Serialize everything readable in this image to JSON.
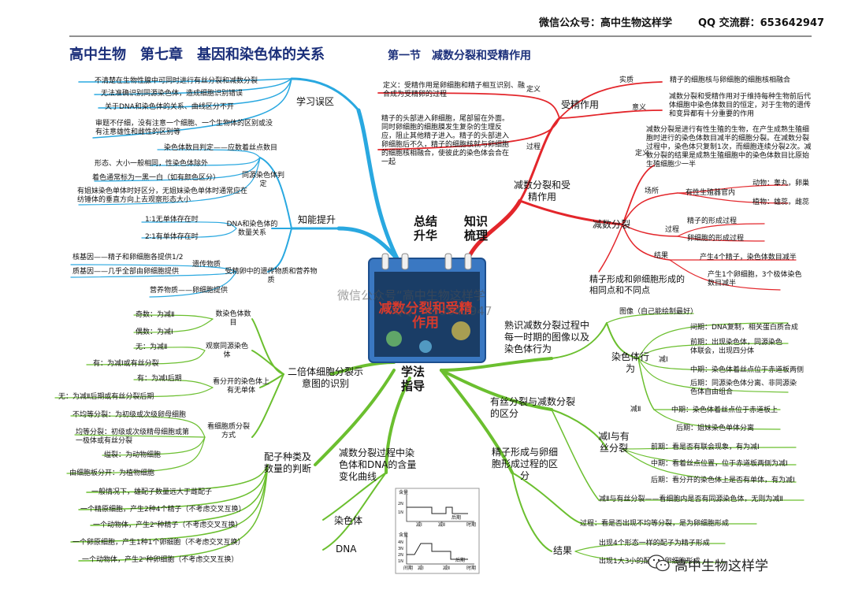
{
  "header": {
    "wechat": "微信公众号：高中生物这样学",
    "qq": "QQ 交流群：653642947",
    "title": "高中生物　第七章　基因和染色体的关系",
    "section": "第一节　减数分裂和受精作用"
  },
  "center": {
    "image_text": "减数分裂和受精作用",
    "hub_top_left": "总结升华",
    "hub_top_right": "知识梳理",
    "hub_bottom": "学法指导",
    "watermark_1": "微信公众号“高中生物这样学",
    "watermark_2": "QQ：653642947"
  },
  "learning_mistakes": {
    "label": "学习误区",
    "items": [
      "不清楚在生物性腺中可同时进行有丝分裂和减数分裂",
      "无法准确识别同源染色体，造成细胞识别错误",
      "关于DNA和染色体的关系、曲线区分不开",
      "审题不仔细，没有注意一个细胞、一个生物体的区别或没有注意雄性和雌性的区别等"
    ]
  },
  "ability": {
    "label": "知能提升",
    "homolog": {
      "label": "同源染色体判定",
      "items": [
        "染色体数目判定——应数着丝点数目",
        "形态、大小一般相同，性染色体除外",
        "着色通常标为一黑一白（如有颜色区分）",
        "有姐妹染色单体时好区分，无姐妹染色单体时通常应在纺锤体的垂直方向上去观察形态大小"
      ]
    },
    "dna_ratio": {
      "label": "DNA和染色体的数量关系",
      "items": [
        "1∶1无单体存在时",
        "2∶1有单体存在时"
      ]
    },
    "egg": {
      "label": "受精卵中的遗传物质和营养物质",
      "genetic_label": "遗传物质",
      "items": [
        "核基因——精子和卵细胞各提供1/2",
        "质基因——几乎全部由卵细胞提供",
        "营养物质——卵细胞提供"
      ]
    }
  },
  "fertilization": {
    "label": "受精作用",
    "definition_label": "定义",
    "definition_text": "定义：受精作用是卵细胞和精子相互识别、融合成为受精卵的过程",
    "process_label": "过程",
    "process_text": "精子的头部进入卵细胞，尾部留在外面。同时卵细胞的细胞膜发生复杂的生理反应，阻止其他精子进入。精子的头部进入卵细胞后不久，精子的细胞核就与卵细胞的细胞核相融合，使彼此的染色体会合在一起",
    "essence_label": "实质",
    "essence_text": "精子的细胞核与卵细胞的细胞核相融合",
    "meaning_label": "意义",
    "meaning_text": "减数分裂和受精作用对于维持每种生物前后代体细胞中染色体数目的恒定，对于生物的遗传和变异都有十分重要的作用"
  },
  "meiosis_fert": {
    "label": "减数分裂和受精作用"
  },
  "meiosis": {
    "label": "减数分裂",
    "definition_label": "定义",
    "definition_text": "减数分裂是进行有性生殖的生物，在产生成熟生殖细胞时进行的染色体数目减半的细胞分裂。在减数分裂过程中，染色体只复制1次，而细胞连续分裂2次。减数分裂的结果是成熟生殖细胞中的染色体数目比原始生殖细胞少一半",
    "place_label": "场所",
    "place_item": "有性生殖器官内",
    "animal": "动物：睾丸，卵巢",
    "plant": "植物：雄蕊，雌蕊",
    "process_label": "过程",
    "process_items": [
      "精子的形成过程",
      "卵细胞的形成过程"
    ],
    "result_label": "结果",
    "result_items": [
      "产生4个精子，染色体数目减半",
      "产生1个卵细胞，3个极体染色数目减半"
    ],
    "compare": "精子形成和卵细胞形成的相同点和不同点"
  },
  "images": {
    "label": "熟识减数分裂过程中每一时期的图像以及染色体行为",
    "figure": "图像（自己能绘制最好）",
    "chrom_label": "染色体行为",
    "m1_label": "减Ⅰ",
    "m1_items": [
      "间期：DNA复制，相关蛋白质合成",
      "前期：出现染色体，同源染色体联会，出现四分体",
      "中期：染色体着丝点位于赤道板两侧",
      "后期：同源染色体分离、非同源染色体自由组合"
    ],
    "m2_label": "减Ⅱ",
    "m2_items": [
      "中期：染色体着丝点位于赤道板上",
      "后期：姐妹染色单体分离"
    ]
  },
  "mitosis_vs": {
    "label": "有丝分裂与减数分裂的区分",
    "m1_vs_label": "减Ⅰ与有丝分裂",
    "m1_vs_items": [
      "前期：看是否有联会现象，有为减Ⅰ",
      "中期：看着丝点位置，位于赤道板两侧为减Ⅰ",
      "后期：看分开的染色体上是否有单体，有为减Ⅰ"
    ],
    "m2_vs": "减Ⅱ与有丝分裂——看细胞内是否有同源染色体，无则为减Ⅱ"
  },
  "sperm_egg": {
    "label": "精子形成与卵细胞形成过程的区分",
    "process": "过程：看是否出现不均等分裂，是为卵细胞形成",
    "result_label": "结果",
    "result_items": [
      "出现4个形态一样的配子为精子形成",
      "出现1大3小的配子为卵细胞形成"
    ]
  },
  "diploid": {
    "label": "二倍体细胞分裂示意图的识别",
    "count": {
      "label": "数染色体数目",
      "items": [
        "奇数：为减Ⅱ",
        "偶数：为减Ⅰ"
      ]
    },
    "homolog": {
      "label": "观察同源染色体",
      "items": [
        "无：为减Ⅱ",
        "有：为减Ⅰ或有丝分裂"
      ]
    },
    "single": {
      "label": "看分开的染色体上有无单体",
      "items": [
        "有：为减Ⅰ后期",
        "无：为减Ⅱ后期或有丝分裂后期"
      ]
    },
    "cytoplasm": {
      "label": "看细胞质分裂方式",
      "items": [
        "不均等分裂：为初级或次级卵母细胞",
        "均等分裂：初级或次级精母细胞或第一极体或有丝分裂",
        "缢裂：为动物细胞",
        "由细胞板分开：为植物细胞"
      ]
    }
  },
  "gametes": {
    "label": "配子种类及数量的判断",
    "items": [
      "一般情况下，雄配子数量远大于雌配子",
      "一个精原细胞，产生2种4个精子（不考虑交叉互换）",
      "一个动物体，产生2ⁿ种精子（不考虑交叉互换）",
      "一个卵原细胞，产生1种1个卵细胞（不考虑交叉互换）",
      "一个动物体，产生2ⁿ种卵细胞（不考虑交叉互换）"
    ]
  },
  "curves": {
    "label": "减数分裂过程中染色体和DNA的含量变化曲线",
    "chrom": "染色体",
    "dna": "DNA",
    "content": "含量",
    "interphase": "间期",
    "m1": "减Ⅰ",
    "m2": "减Ⅱ",
    "later": "后期",
    "time": "时期",
    "y4": "4N",
    "y3": "3N",
    "y2": "2N",
    "y1": "1N"
  },
  "footer": {
    "logo": "高中生物这样学"
  },
  "colors": {
    "blue": "#29a8e0",
    "red": "#e3262b",
    "green": "#6bbf2f"
  }
}
